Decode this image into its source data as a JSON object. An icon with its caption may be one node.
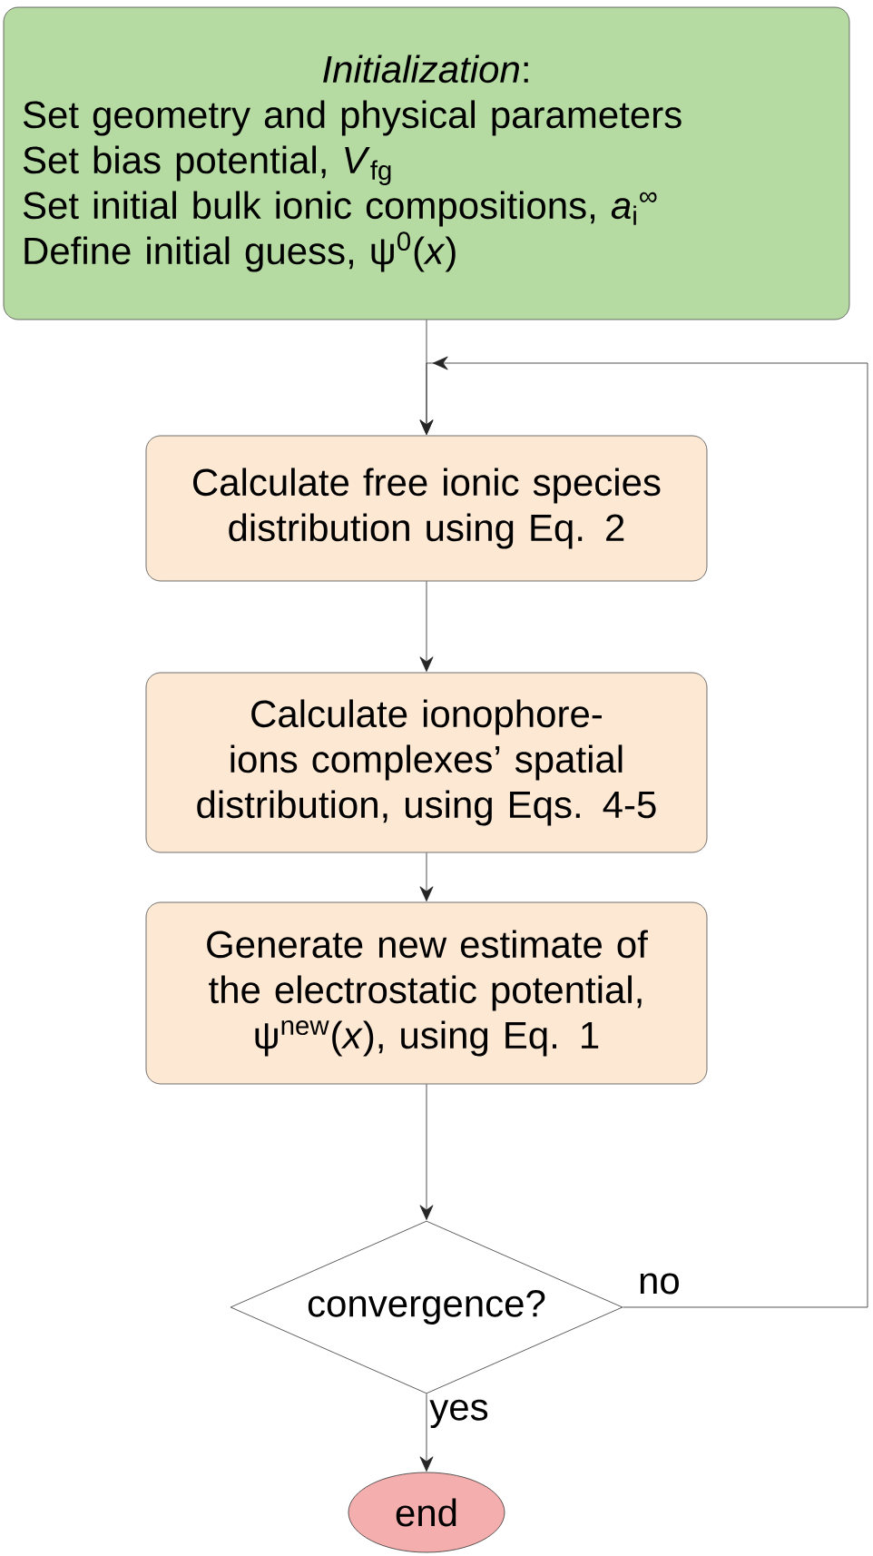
{
  "diagram": {
    "nodes": [
      {
        "text": [
          "*Initialization*:",
          "Set geometry and physical parameters",
          "Set bias potential, *V*$_{fg}$",
          "Set initial bulk ionic compositions, *a*$_{i}$$^{∞}$",
          "Define initial guess, ψ$^{0}$(*x*)"
        ]
      },
      {
        "text": [
          "Calculate free ionic species distribution using Eq. 2"
        ]
      },
      {
        "text": [
          "Calculate ionophore-ions complexes’ spatial distribution, using Eqs. 4-5"
        ]
      },
      {
        "text": [
          "Generate new estimate of the electrostatic potential, ψ$^{new}$(*x*), using Eq. 1"
        ]
      },
      {
        "text": [
          "convergence?"
        ]
      },
      {
        "text": [
          "end"
        ]
      }
    ],
    "edges": [
      {
        "from": 0,
        "to": 1,
        "arrow": "to"
      },
      {
        "from": 1,
        "to": 2,
        "arrow": "to"
      },
      {
        "from": 2,
        "to": 3,
        "arrow": "to"
      },
      {
        "from": 3,
        "to": 4,
        "arrow": "to"
      },
      {
        "from": 4,
        "to": 5,
        "arrow": "to",
        "label": "yes"
      },
      {
        "from": 4,
        "to": 1,
        "arrow": "to",
        "label": "no"
      }
    ]
  }
}
